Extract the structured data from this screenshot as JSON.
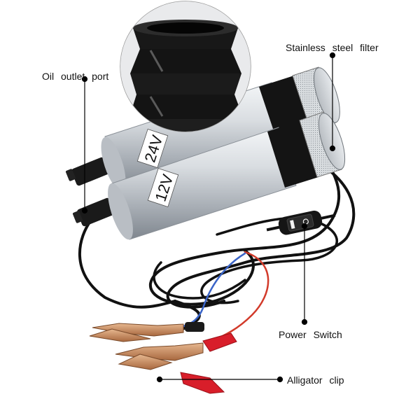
{
  "labels": {
    "oil_outlet_port": "Oil outlet port",
    "stainless_steel_filter": "Stainless steel filter",
    "power_switch": "Power Switch",
    "alligator_clip": "Alligator clip"
  },
  "pump_markings": {
    "upper_voltage": "24V",
    "lower_voltage": "12V"
  },
  "colors": {
    "background": "#ffffff",
    "metal": "#c8ccd0",
    "cable_black": "#111111",
    "wire_red": "#d23a2a",
    "wire_blue": "#3a64c8",
    "clip_copper": "#c98a5e",
    "clip_grip_red": "#d81e2a",
    "leader_dot": "#000000"
  }
}
